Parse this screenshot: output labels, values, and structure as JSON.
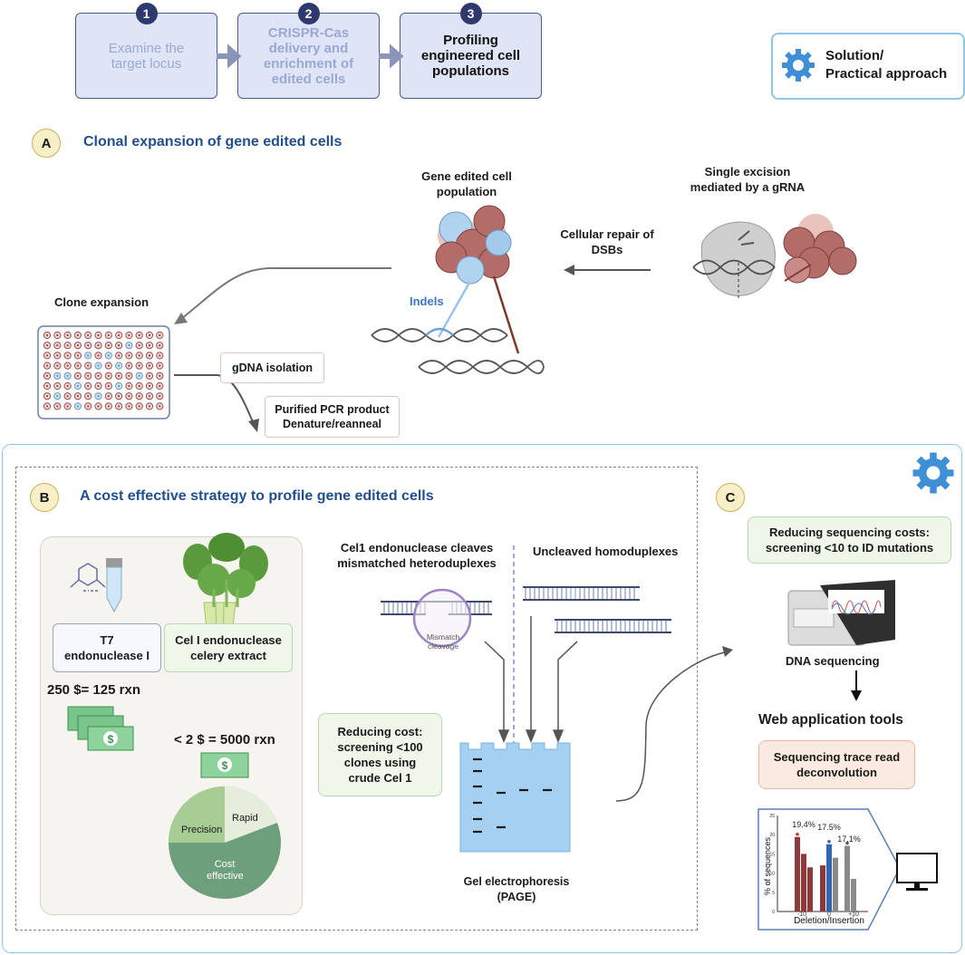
{
  "steps": [
    {
      "num": "1",
      "label": "Examine the target locus"
    },
    {
      "num": "2",
      "label": "CRISPR-Cas delivery and enrichment of edited cells"
    },
    {
      "num": "3",
      "label": "Profiling engineered cell populations"
    }
  ],
  "legend": {
    "line1": "Solution/",
    "line2": "Practical approach",
    "icon": "gear-icon"
  },
  "sectionA": {
    "letter": "A",
    "title": "Clonal expansion of gene edited cells",
    "gene_edited_population_1": "Gene edited cell",
    "gene_edited_population_2": "population",
    "single_excision_1": "Single excision",
    "single_excision_2": "mediated by a gRNA",
    "cellular_repair_1": "Cellular repair of",
    "cellular_repair_2": "DSBs",
    "indels": "Indels",
    "clone_expansion": "Clone expansion",
    "gdna_isolation": "gDNA isolation",
    "pcr_line1": "Purified PCR product",
    "pcr_line2": "Denature/reanneal"
  },
  "sectionB": {
    "letter": "B",
    "title": "A cost effective strategy to profile gene edited cells",
    "t7_line1": "T7",
    "t7_line2": "endonuclease I",
    "cel_line1": "Cel I endonuclease",
    "cel_line2": "celery extract",
    "t7_cost": "250 $= 125 rxn",
    "cel_cost": "< 2 $ = 5000 rxn",
    "pie_labels": {
      "precision": "Precision",
      "rapid": "Rapid",
      "cost1": "Cost",
      "cost2": "effective"
    },
    "cel1_cleaves_1": "Cel1 endonuclease cleaves",
    "cel1_cleaves_2": "mismatched heteroduplexes",
    "uncleaved": "Uncleaved homoduplexes",
    "mismatch_1": "Mismatch",
    "mismatch_2": "cleavage",
    "reducing_cost_1": "Reducing cost:",
    "reducing_cost_2": "screening <100",
    "reducing_cost_3": "clones using",
    "reducing_cost_4": "crude Cel 1",
    "gel_1": "Gel electrophoresis",
    "gel_2": "(PAGE)"
  },
  "sectionC": {
    "letter": "C",
    "reducing_seq_1": "Reducing sequencing costs:",
    "reducing_seq_2": "screening <10 to ID mutations",
    "dna_sequencing": "DNA sequencing",
    "web_tools": "Web application tools",
    "trace_1": "Sequencing trace read",
    "trace_2": "deconvolution"
  },
  "chart_data": {
    "type": "bar",
    "ylabel": "% of sequences",
    "xlabel": "Deletion/Insertion",
    "yticks": [
      "0",
      "5",
      "10",
      "15",
      "20",
      "25"
    ],
    "ylim": [
      0,
      25
    ],
    "xticks": [
      "-10",
      "0",
      "+10"
    ],
    "annotations": [
      "19.4%",
      "17.5%",
      "17.1%"
    ],
    "series": [
      {
        "color": "#8c3a3a",
        "values": [
          19.4,
          15,
          11.5
        ]
      },
      {
        "color": "#8c3a3a",
        "values": [
          12
        ]
      },
      {
        "color": "#2f67b1",
        "values": [
          17.5
        ]
      },
      {
        "color": "#8a8a8a",
        "values": [
          14
        ]
      },
      {
        "color": "#8a8a8a",
        "values": [
          17.1,
          8.5
        ]
      }
    ]
  }
}
